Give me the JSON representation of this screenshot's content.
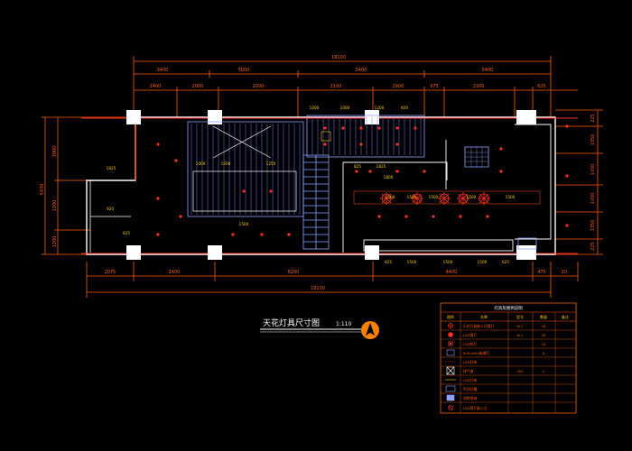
{
  "title": {
    "text": "天花灯具尺寸图",
    "scale": "1:110"
  },
  "colors": {
    "dim": "#ff5a00",
    "wall": "#ffffff",
    "ceiling": "#aab4ff",
    "grid": "#7a7aff",
    "lamp": "#ff3020",
    "stair": "#8fa0ff",
    "accent_yellow": "#ffcc00"
  },
  "dims": {
    "overall_top": "18100",
    "top_row1": [
      "3400",
      "5000",
      "5400",
      "5400"
    ],
    "top_row2": [
      "2400",
      "2000",
      "2000",
      "2100",
      "2900",
      "975",
      "2100",
      "625"
    ],
    "bottom_row": [
      "2075",
      "3400",
      "6200",
      "4400",
      "475",
      "10"
    ],
    "overall_bottom": "18130",
    "left_vertical": [
      "5430",
      "3000",
      "1200",
      "1200"
    ],
    "right_vertical": [
      "225",
      "1350",
      "1200",
      "1200",
      "1350",
      "225"
    ],
    "inner_top": [
      "1000",
      "1000",
      "1200",
      "920"
    ],
    "inner_mid": [
      "825",
      "1825",
      "1800",
      "1500",
      "1500",
      "1500",
      "1500",
      "1500"
    ],
    "inner_bottom": [
      "825",
      "1500",
      "1500",
      "1500",
      "625"
    ],
    "inner_misc": [
      "1000",
      "1500",
      "1250",
      "1500",
      "825",
      "920",
      "1825"
    ]
  },
  "legend": {
    "title": "灯具及图例说明",
    "headers": [
      "图例",
      "名称",
      "型号",
      "数量",
      "备注"
    ],
    "rows": [
      {
        "name": "天花灯具嵌入式筒灯",
        "model": "Φ-1",
        "qty": "28",
        "note": ""
      },
      {
        "name": "LED筒灯",
        "model": "Φ-1",
        "qty": "36",
        "note": ""
      },
      {
        "name": "LED射灯",
        "model": "",
        "qty": "18",
        "note": ""
      },
      {
        "name": "600×600格栅灯",
        "model": "",
        "qty": "6",
        "note": ""
      },
      {
        "name": "LED灯带",
        "model": "",
        "qty": "",
        "note": ""
      },
      {
        "name": "排气扇",
        "model": "300",
        "qty": "4",
        "note": ""
      },
      {
        "name": "LED灯带",
        "model": "",
        "qty": "",
        "note": ""
      },
      {
        "name": "吊顶灯槽",
        "model": "",
        "qty": "",
        "note": ""
      },
      {
        "name": "消防喷淋",
        "model": "",
        "qty": "",
        "note": ""
      },
      {
        "name": "LED筒灯嵌入式",
        "model": "",
        "qty": "",
        "note": ""
      }
    ]
  }
}
